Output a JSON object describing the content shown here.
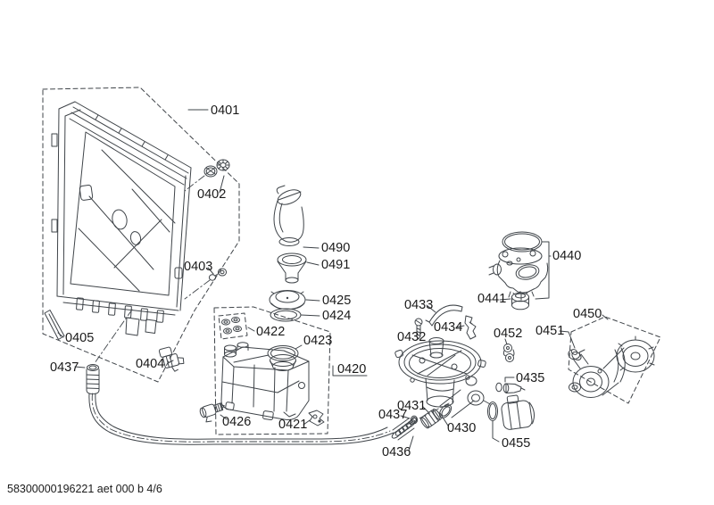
{
  "diagram": {
    "line_color": "#3f4449",
    "label_color": "#1a1a1a",
    "background_color": "#ffffff"
  },
  "footer": {
    "code": "58300000196221 aet 000 b 4/6"
  },
  "callouts": {
    "c0401": "0401",
    "c0402": "0402",
    "c0403": "0403",
    "c0404": "0404",
    "c0405": "0405",
    "c0437a": "0437",
    "c0490": "0490",
    "c0491": "0491",
    "c0425": "0425",
    "c0424": "0424",
    "c0422": "0422",
    "c0423": "0423",
    "c0420": "0420",
    "c0426": "0426",
    "c0421": "0421",
    "c0433": "0433",
    "c0432": "0432",
    "c0434": "0434",
    "c0452": "0452",
    "c0441": "0441",
    "c0440": "0440",
    "c0435": "0435",
    "c0450": "0450",
    "c0451": "0451",
    "c0431": "0431",
    "c0437b": "0437",
    "c0430": "0430",
    "c0436": "0436",
    "c0455": "0455"
  }
}
